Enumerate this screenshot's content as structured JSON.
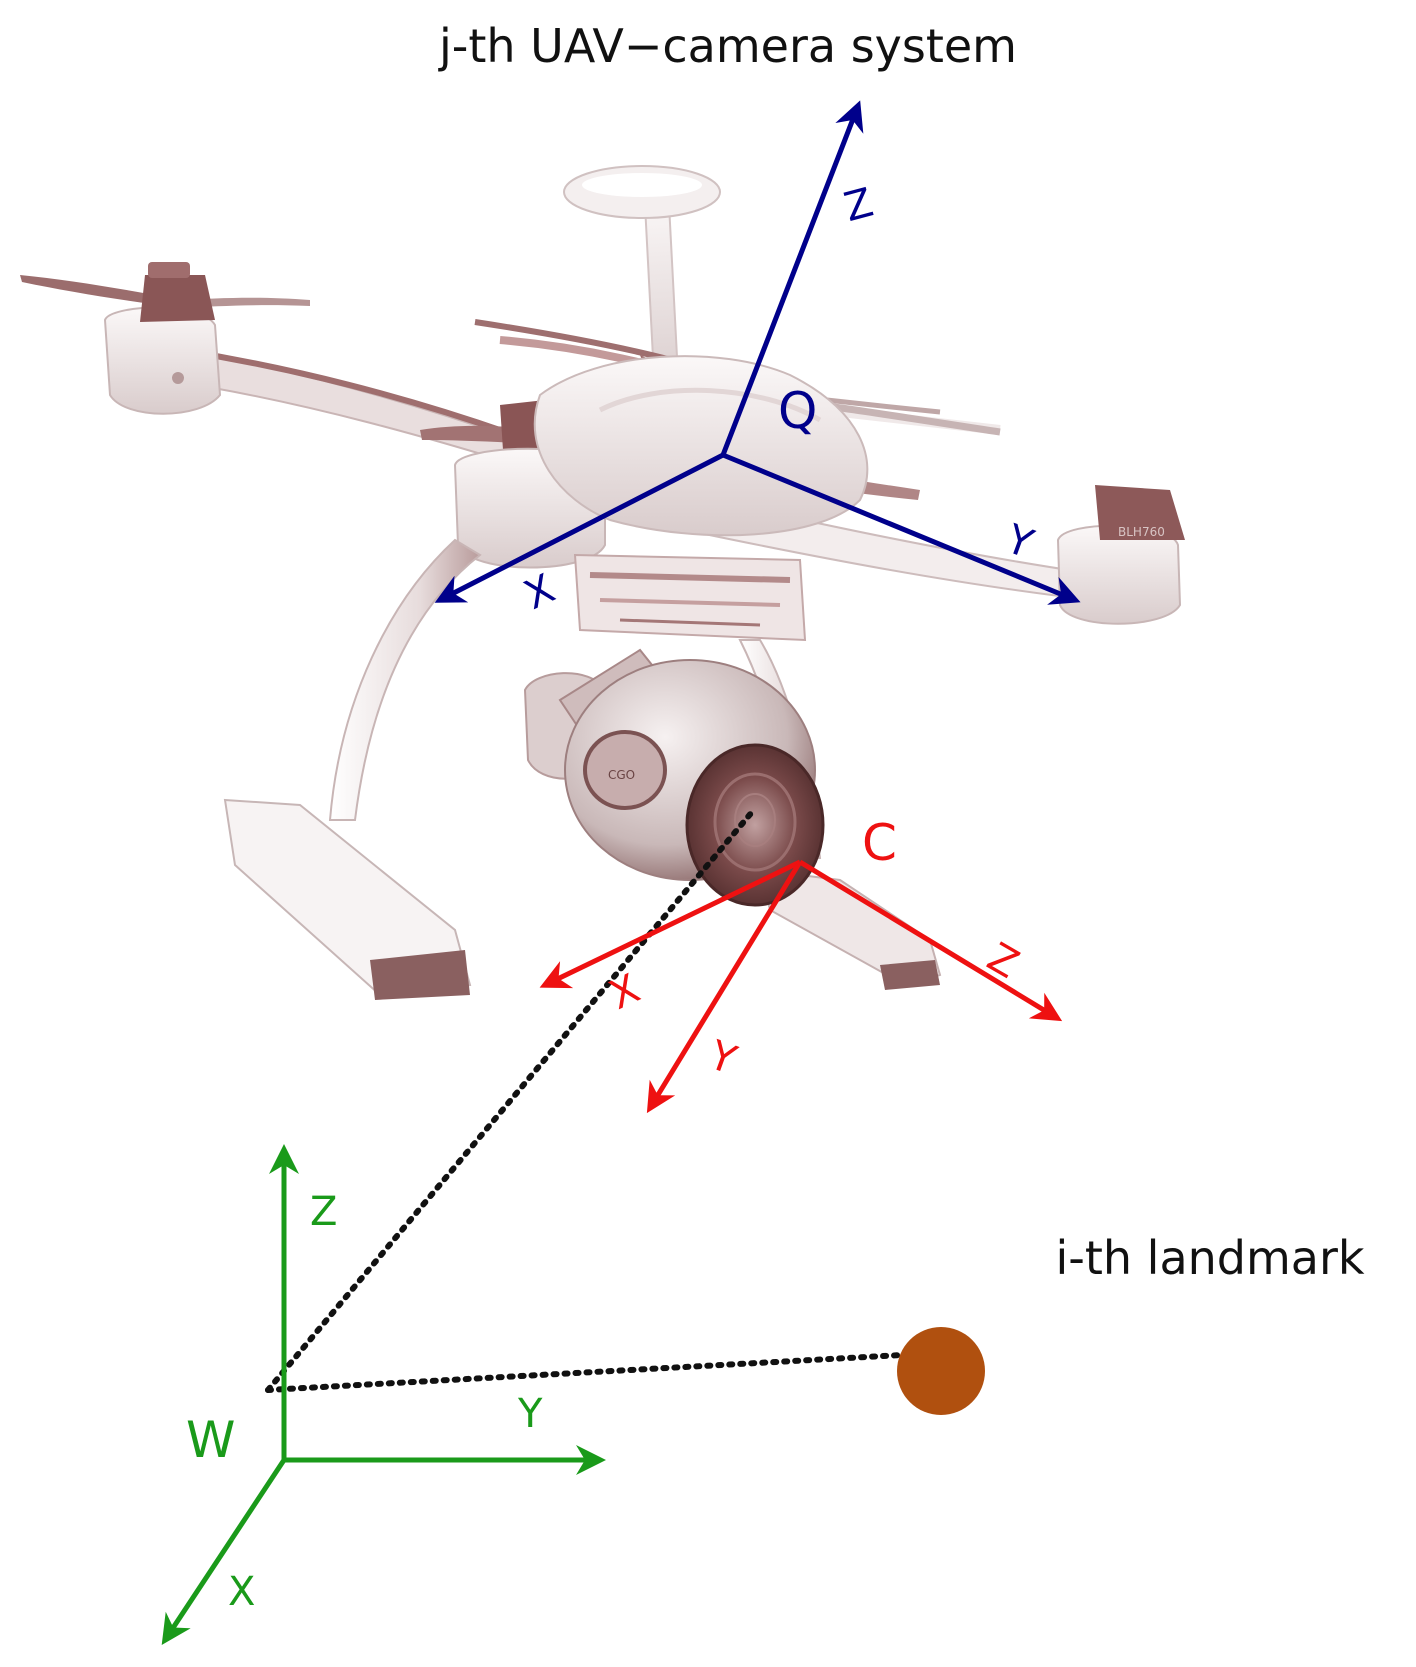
{
  "labels": {
    "title": "j-th UAV−camera system",
    "landmark": "i-th landmark"
  },
  "colors": {
    "uav_frame": "#00008b",
    "camera_frame": "#ee1111",
    "world_frame": "#1a9a1a",
    "landmark": "#b0500f",
    "sight_line": "#111111",
    "drone_body": "#f1ecec",
    "drone_shade": "#8c5e5e"
  },
  "frames": {
    "uav": {
      "origin": "Q",
      "x": "X",
      "y": "Y",
      "z": "Z"
    },
    "camera": {
      "origin": "C",
      "x": "X",
      "y": "Y",
      "z": "Z"
    },
    "world": {
      "origin": "W",
      "x": "X",
      "y": "Y",
      "z": "Z"
    }
  },
  "illustration": {
    "drone": "quadcopter-with-gimbal-camera",
    "markings": {
      "camera_label": "CGO",
      "motor_label": "BLH760"
    }
  }
}
